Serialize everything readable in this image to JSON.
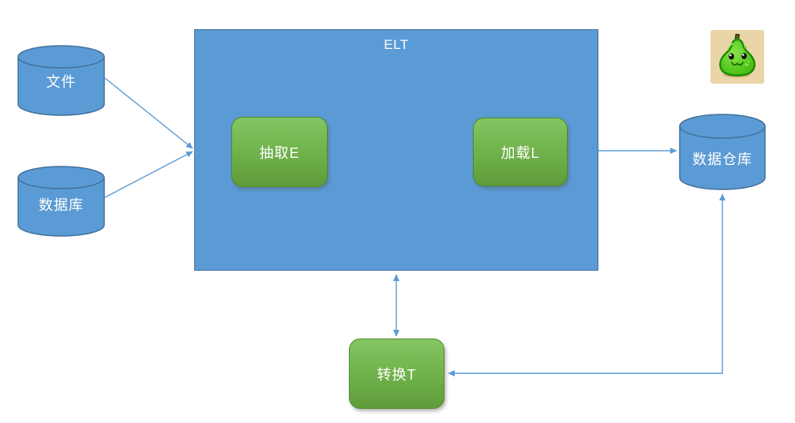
{
  "diagram": {
    "title": "ELT",
    "nodes": {
      "file": {
        "label": "文件",
        "shape": "cylinder"
      },
      "database": {
        "label": "数据库",
        "shape": "cylinder"
      },
      "extract": {
        "label": "抽取E",
        "shape": "rounded-rect"
      },
      "load": {
        "label": "加载L",
        "shape": "rounded-rect"
      },
      "transform": {
        "label": "转换T",
        "shape": "rounded-rect"
      },
      "warehouse": {
        "label": "数据仓库",
        "shape": "cylinder"
      }
    },
    "edges": [
      {
        "from": "file",
        "to": "elt-container",
        "direction": "one-way"
      },
      {
        "from": "database",
        "to": "elt-container",
        "direction": "one-way"
      },
      {
        "from": "elt-container",
        "to": "warehouse",
        "direction": "one-way"
      },
      {
        "from": "elt-container",
        "to": "transform",
        "direction": "two-way"
      },
      {
        "from": "warehouse",
        "to": "transform",
        "direction": "two-way"
      }
    ],
    "colors": {
      "blue_fill": "#5B9BD5",
      "blue_border": "#41719C",
      "arrow": "#5B9BD5",
      "green_top": "#85C562",
      "green_bottom": "#5E9C39",
      "label_text": "#FFFFFF",
      "mascot_background": "#E9D5A7",
      "mascot_body": "#52C61E"
    },
    "mascot": {
      "icon": "pear-mascot-icon"
    }
  }
}
